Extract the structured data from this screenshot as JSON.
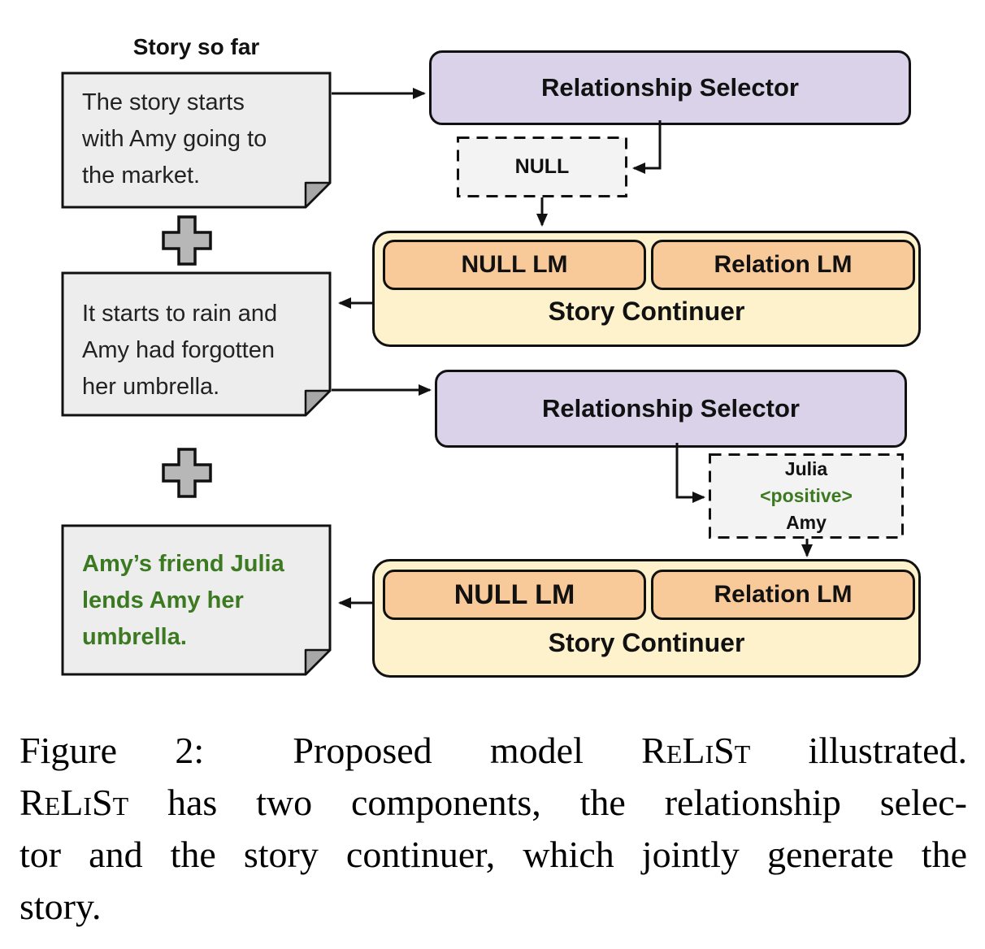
{
  "diagram": {
    "story_so_far_label": "Story so far",
    "notes": [
      {
        "lines": [
          "The story starts",
          "with Amy going to",
          "the market."
        ]
      },
      {
        "lines": [
          "It starts to rain and",
          "Amy had forgotten",
          "her umbrella."
        ]
      },
      {
        "lines": [
          "Amy’s friend Julia",
          "lends Amy her",
          "umbrella."
        ]
      }
    ],
    "relationship_selector_label": "Relationship Selector",
    "story_continuer_label": "Story Continuer",
    "null_lm_label": "NULL LM",
    "relation_lm_label": "Relation LM",
    "null_output_label": "NULL",
    "relation_output": {
      "line1": "Julia",
      "line2": "<positive>",
      "line3": "Amy"
    }
  },
  "caption": {
    "line1": {
      "a": "Figure 2:",
      "b": " Proposed model ",
      "relist": "ReLiSt",
      "c": " illustrated."
    },
    "line2": {
      "relist": "ReLiSt",
      "a": " has two components, the relationship selec-"
    },
    "line3": "tor and the story continuer, which jointly generate the",
    "line4": "story."
  },
  "colors": {
    "selector-fill": "#d9d2e9",
    "continuer-fill": "#fdf2cc",
    "lm-fill": "#f8ca9a",
    "note-fill": "#ededed",
    "dashed-fill": "#f3f3f3",
    "fold-fill": "#a8a8a8",
    "plus-fill": "#b7b7b7",
    "stroke": "#111111",
    "green": "#3c7a22"
  }
}
